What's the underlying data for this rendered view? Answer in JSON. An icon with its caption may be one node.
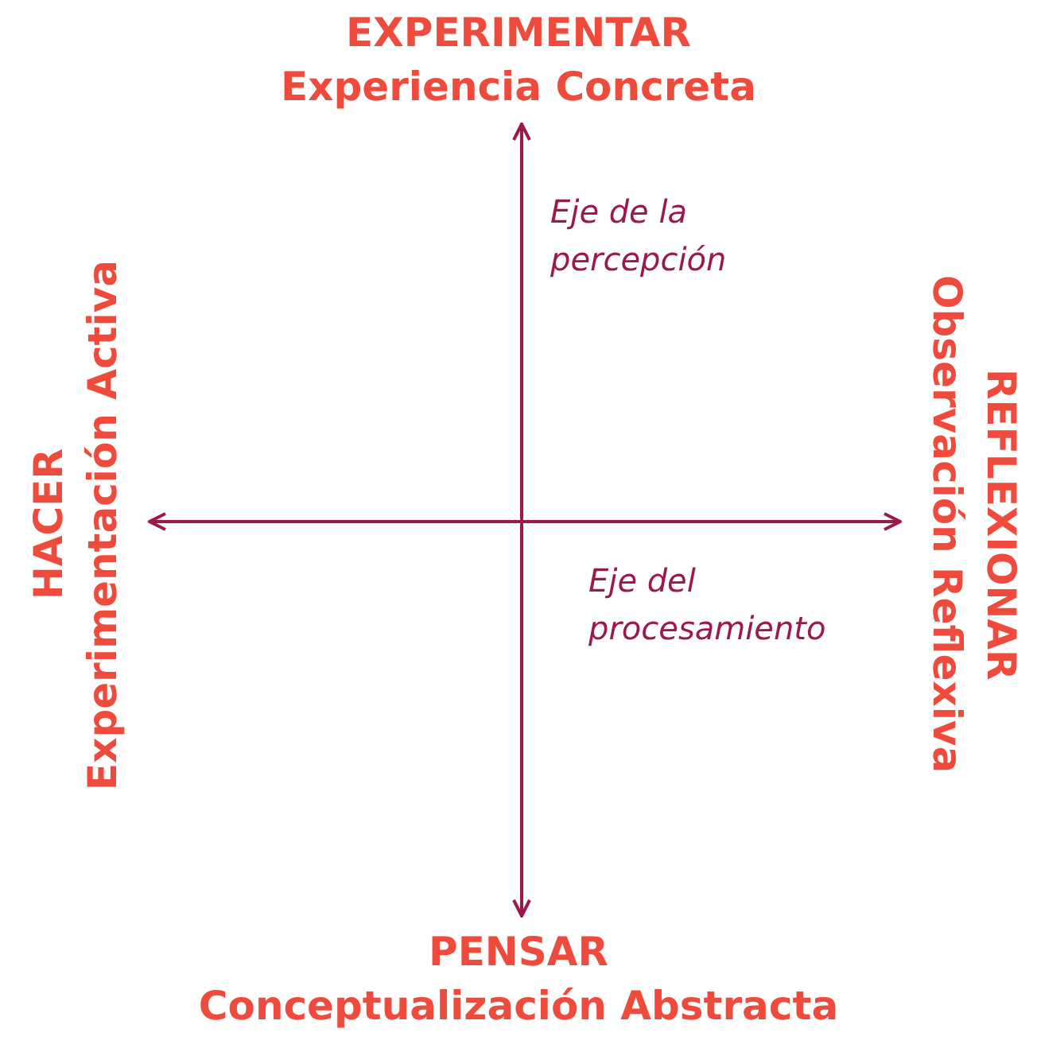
{
  "diagram": {
    "nodes": [
      {
        "text": [
          "EXPERIMENTAR",
          "Experiencia Concreta"
        ]
      },
      {
        "text": [
          "HACER",
          "Experimentación Activa"
        ]
      },
      {
        "text": [
          "REFLEXIONAR",
          "Observación Reflexiva"
        ]
      },
      {
        "text": [
          "PENSAR",
          "Conceptualización Abstracta"
        ]
      }
    ],
    "edges": [
      {
        "from": 0,
        "to": 3,
        "arrow": "both",
        "label": "Eje de la percepción"
      },
      {
        "from": 1,
        "to": 2,
        "arrow": "both",
        "label": "Eje del procesamiento"
      }
    ]
  }
}
